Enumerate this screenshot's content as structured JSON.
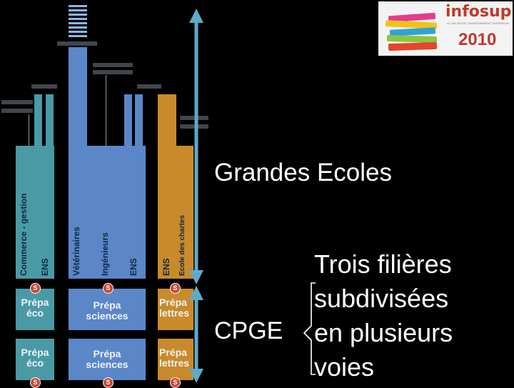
{
  "slide": {
    "heading_grandes_ecoles": "Grandes Ecoles",
    "label_cpge": "CPGE",
    "filieres_lines": [
      "Trois filières",
      "subdivisées",
      "en plusieurs",
      "voies"
    ]
  },
  "logo": {
    "brand": "infosup",
    "tagline": "LE SALON DE L'ENSEIGNEMENT SUPÉRIEUR",
    "year": "2010",
    "brand_color": "#c0392b"
  },
  "diagram": {
    "columns": {
      "commerce": {
        "vertical_label": "Commerce - gestion",
        "sub_label": "ENS"
      },
      "sciences": {
        "vertical_labels": [
          "Vétérinaires",
          "Ingénieurs",
          "ENS"
        ]
      },
      "lettres": {
        "vertical_labels": [
          "ENS",
          "Ecole des chartes"
        ]
      }
    },
    "prepa_boxes": {
      "eco_1": "Prépa éco",
      "sciences_1": "Prépa sciences",
      "lettres_1": "Prépa lettres",
      "eco_2": "Prépa éco",
      "sciences_2": "Prépa sciences",
      "lettres_2": "Prépa lettres"
    },
    "badge": "S",
    "colors": {
      "teal": "#4a9aa6",
      "blue": "#5b86c7",
      "orange": "#c98a2c",
      "arrow": "#5fa9c9"
    }
  }
}
